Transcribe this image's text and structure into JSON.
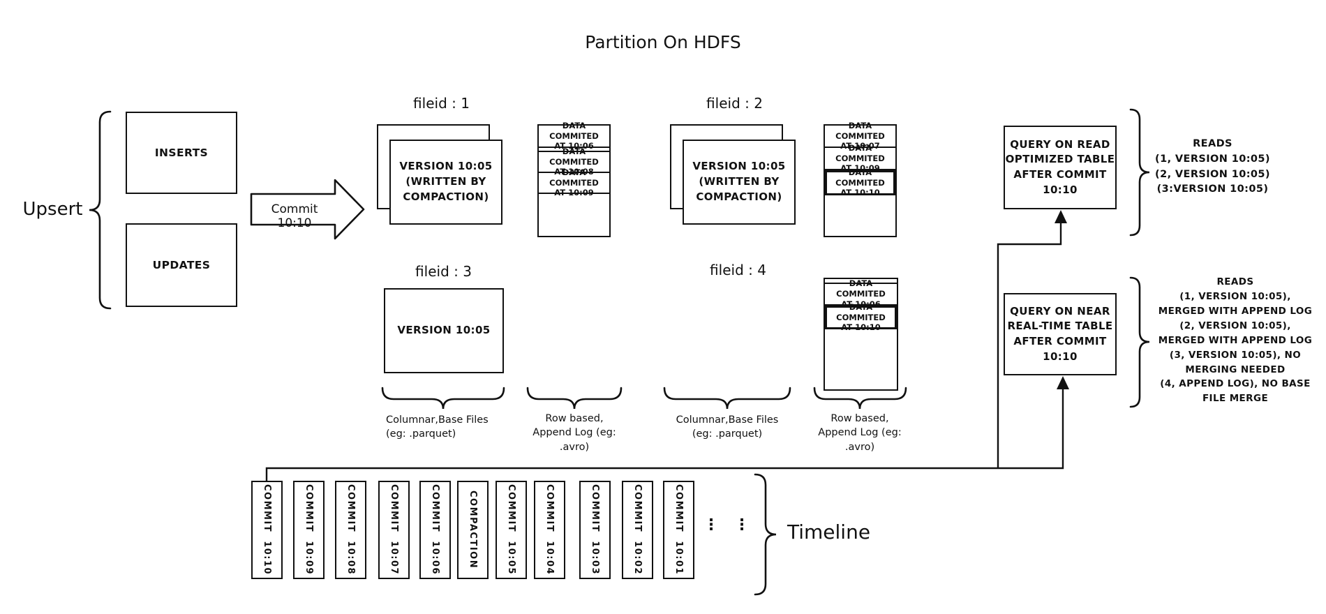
{
  "colors": {
    "ink": "#111111",
    "background": "#ffffff"
  },
  "title": "Partition On HDFS",
  "upsert": {
    "label": "Upsert",
    "inserts": "INSERTS",
    "updates": "UPDATES"
  },
  "commit_arrow": {
    "label": "Commit 10:10"
  },
  "files": {
    "f1": {
      "label": "fileid : 1",
      "base": "VERSION 10:05\n(WRITTEN BY\nCOMPACTION)"
    },
    "f2": {
      "label": "fileid : 2",
      "base": "VERSION 10:05\n(WRITTEN BY\nCOMPACTION)"
    },
    "f3": {
      "label": "fileid : 3",
      "base": "VERSION 10:05"
    },
    "f4": {
      "label": "fileid : 4"
    }
  },
  "logs": {
    "log1": {
      "row1": "DATA COMMITED\nAT 10:06",
      "row2": "DATA COMMITED\nAT 10:08",
      "row3": "DATA COMMITED\nAT 10:09"
    },
    "log2": {
      "row1": "DATA COMMITED\nAT 10:07",
      "row2": "DATA COMMITED\nAT 10:09",
      "row3": "DATA COMMITED\nAT 10:10"
    },
    "log4": {
      "row1": "DATA COMMITED\nAT 10:06",
      "row2": "DATA COMMITED\nAT 10:10"
    }
  },
  "captions": {
    "columnar1": "Columnar,Base Files\n(eg: .parquet)",
    "rowbased1": "Row based,\nAppend Log  (eg:\n.avro)",
    "columnar2": "Columnar,Base Files\n(eg: .parquet)",
    "rowbased2": "Row based,\nAppend Log  (eg:\n.avro)"
  },
  "queries": {
    "read_optimized": {
      "box": "QUERY ON READ\nOPTIMIZED TABLE\nAFTER COMMIT\n10:10",
      "reads": "READS\n(1, VERSION 10:05)\n(2, VERSION 10:05)\n(3:VERSION 10:05)"
    },
    "near_realtime": {
      "box": "QUERY ON NEAR\nREAL-TIME TABLE\nAFTER COMMIT\n10:10",
      "reads": "READS\n(1, VERSION 10:05),\nMERGED WITH APPEND LOG\n(2, VERSION 10:05),\nMERGED WITH APPEND LOG\n(3, VERSION 10:05), NO\nMERGING NEEDED\n(4, APPEND LOG), NO BASE\nFILE MERGE"
    }
  },
  "timeline": {
    "label": "Timeline",
    "ellipsis": "⋮",
    "entries": [
      "COMMIT  10:10",
      "COMMIT  10:09",
      "COMMIT  10:08",
      "COMMIT  10:07",
      "COMMIT  10:06",
      "COMPACTION",
      "COMMIT  10:05",
      "COMMIT  10:04",
      "COMMIT  10:03",
      "COMMIT  10:02",
      "COMMIT  10:01"
    ]
  }
}
